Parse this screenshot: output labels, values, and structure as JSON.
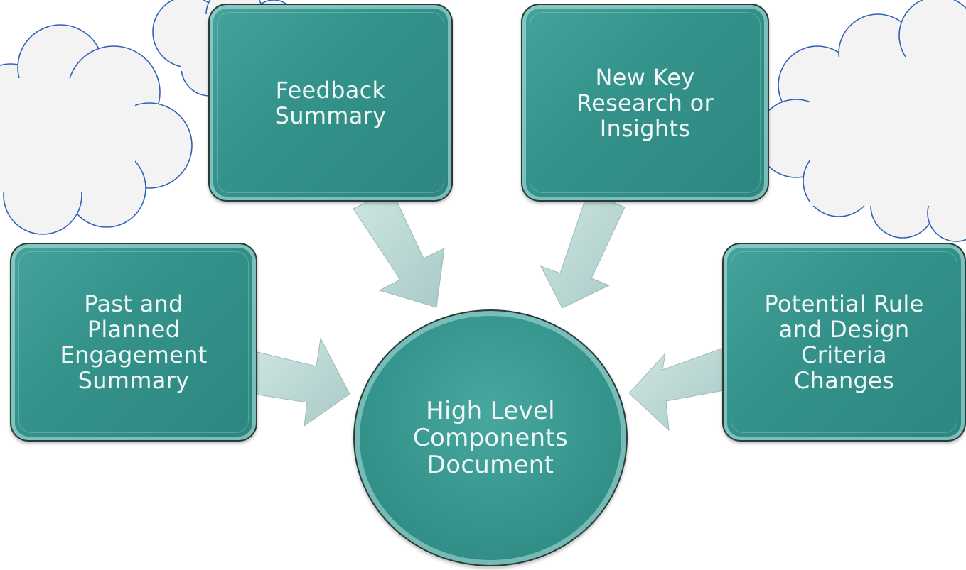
{
  "diagram": {
    "center": {
      "label": "High Level\nComponents\nDocument"
    },
    "inputs": {
      "feedback": {
        "label": "Feedback\nSummary"
      },
      "research": {
        "label": "New Key\nResearch or\nInsights"
      },
      "engagement": {
        "label": "Past and\nPlanned\nEngagement\nSummary"
      },
      "rules": {
        "label": "Potential Rule\nand Design\nCriteria\nChanges"
      }
    }
  },
  "colors": {
    "box_fill": "#34938b",
    "box_border": "#2a3b39",
    "arrow_fill": "#b8d6d3",
    "cloud_fill": "#f3f3f4",
    "cloud_stroke": "#2f62b6",
    "text": "#f1f7f6"
  }
}
